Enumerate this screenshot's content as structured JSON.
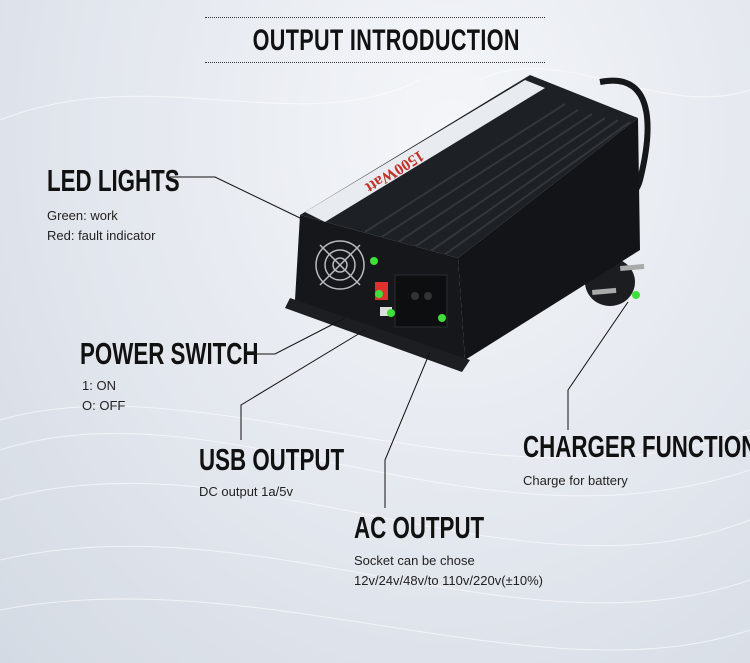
{
  "title": "OUTPUT INTRODUCTION",
  "product_label": "1500Watt",
  "features": {
    "led": {
      "heading": "LED LIGHTS",
      "lines": [
        "Green: work",
        "Red: fault indicator"
      ]
    },
    "power": {
      "heading": "POWER SWITCH",
      "lines": [
        "1: ON",
        "O: OFF"
      ]
    },
    "usb": {
      "heading": "USB OUTPUT",
      "lines": [
        "DC output 1a/5v"
      ]
    },
    "ac": {
      "heading": "AC OUTPUT",
      "lines": [
        "Socket can be chose",
        "12v/24v/48v/to 110v/220v(±10%)"
      ]
    },
    "charger": {
      "heading": "CHARGER FUNCTION",
      "lines": [
        "Charge for battery"
      ]
    }
  },
  "colors": {
    "indicator": "#3fe03a",
    "switch": "#e0322d",
    "body": "#1a1c20"
  }
}
